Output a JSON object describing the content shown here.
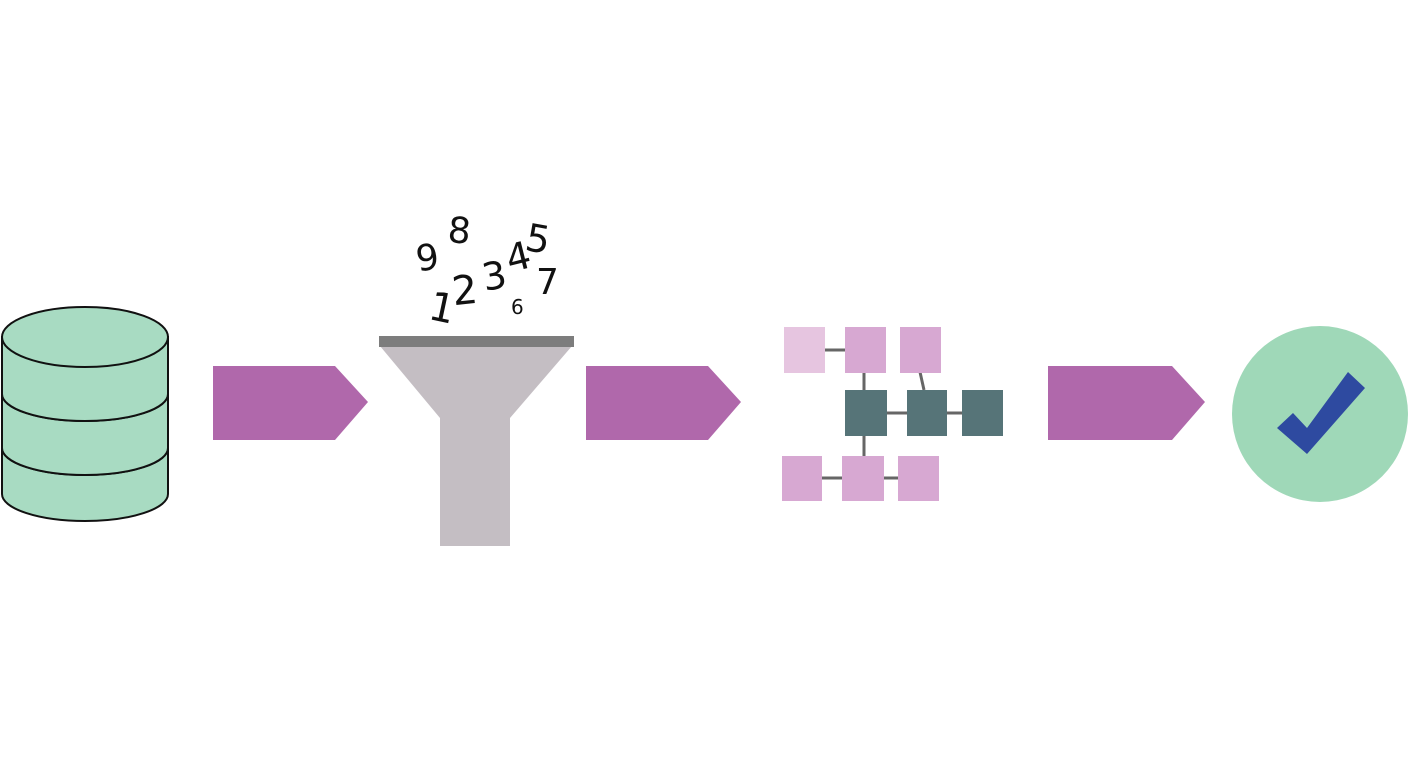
{
  "colors": {
    "background": "#ffffff",
    "database_fill": "#a8dbc2",
    "database_stroke": "#111111",
    "arrow": "#b068ab",
    "funnel_body": "#c4bec3",
    "funnel_rim": "#7d7d7d",
    "node_light": "#e6c5e0",
    "node_mid": "#d7a8d2",
    "node_dark": "#567478",
    "connector": "#666666",
    "success_circle": "#9fd8b8",
    "checkmark": "#2e4aa0"
  },
  "icons": {
    "database": "database-icon",
    "arrow": "arrow-right-icon",
    "funnel": "funnel-icon",
    "network": "node-network-icon",
    "success": "checkmark-circle-icon"
  },
  "funnel_digits": [
    "9",
    "8",
    "1",
    "2",
    "3",
    "4",
    "5",
    "6",
    "7"
  ]
}
